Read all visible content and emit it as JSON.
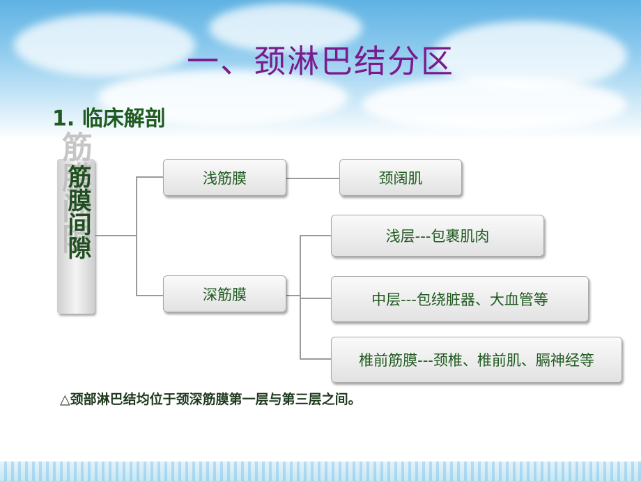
{
  "title": "一、颈淋巴结分区",
  "subtitle": "1. 临床解剖",
  "vertical_label": "筋膜间隙",
  "nodes": {
    "superficial": "浅筋膜",
    "platysma": "颈阔肌",
    "deep": "深筋膜",
    "layer1": "浅层---包裹肌肉",
    "layer2": "中层---包绕脏器、大血管等",
    "layer3": "椎前筋膜---颈椎、椎前肌、膈神经等"
  },
  "note": "△颈部淋巴结均位于颈深筋膜第一层与第三层之间。",
  "colors": {
    "title": "#7b1a8c",
    "text": "#1f5a1f",
    "sky": "#5fb2e3"
  }
}
